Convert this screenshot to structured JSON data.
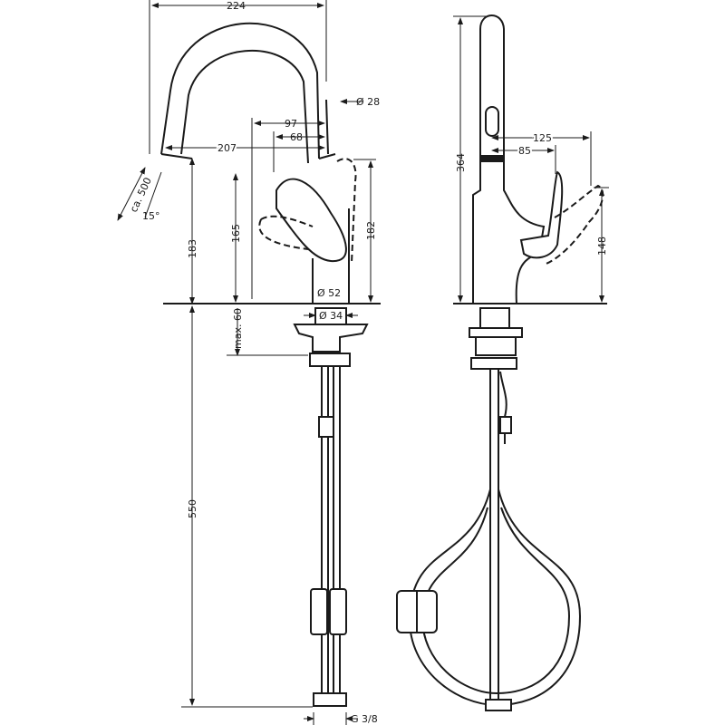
{
  "front_view": {
    "dims": {
      "reach_total": "224",
      "spout_dia": "Ø 28",
      "lever_97": "97",
      "lever_68": "68",
      "reach_207": "207",
      "hose": "ca. 500",
      "angle": "15°",
      "spout_height": "183",
      "lever_height": "165",
      "lever_up_height": "182",
      "body_dia": "Ø 52",
      "shank_dia": "Ø 34",
      "deck_thickness": "max. 60",
      "hose_length": "550",
      "connection": "G 3/8"
    }
  },
  "side_view": {
    "dims": {
      "total_height": "364",
      "lever_125": "125",
      "lever_85": "85",
      "lever_148": "148"
    }
  }
}
